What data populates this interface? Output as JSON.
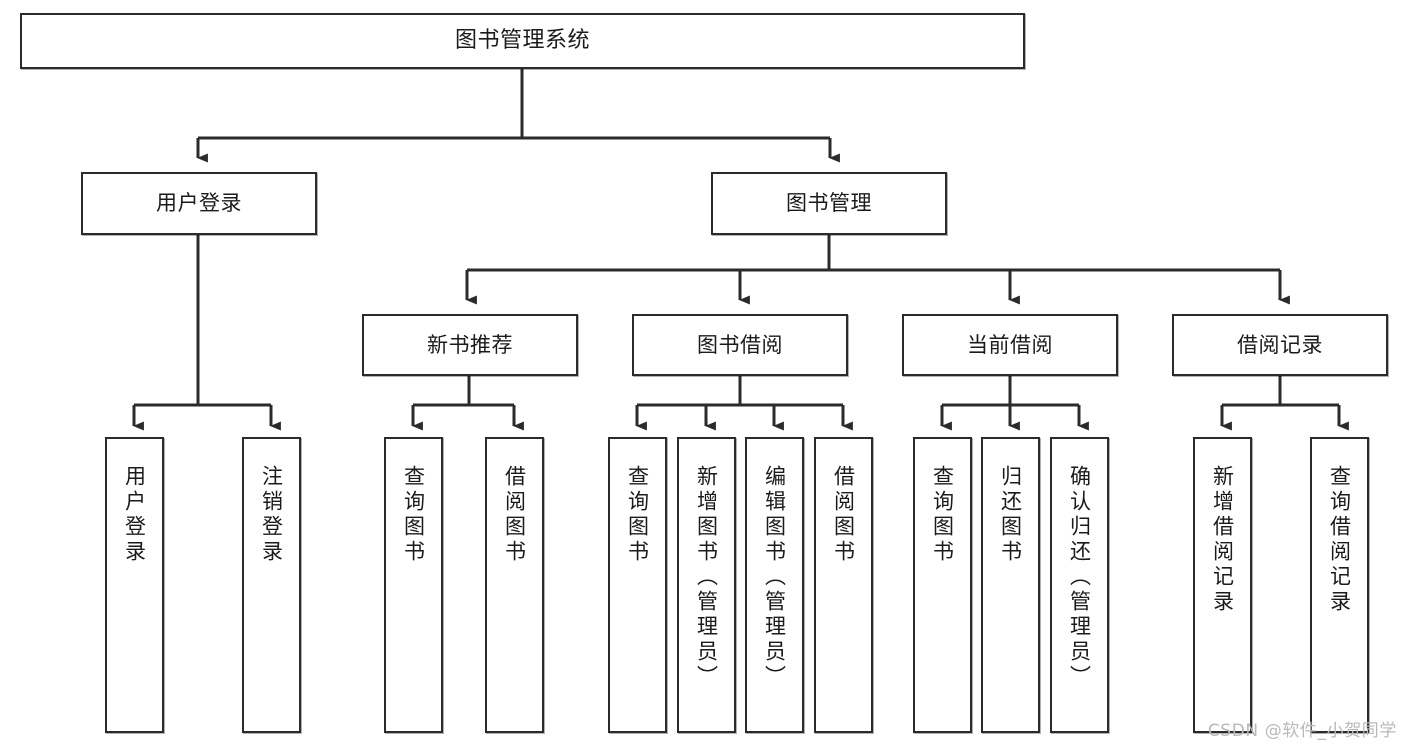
{
  "diagram": {
    "type": "tree",
    "title": "图书管理系统",
    "orientation": "top-down",
    "colors": {
      "box_border": "#2b2b2b",
      "box_fill": "#ffffff",
      "connector": "#2b2b2b",
      "watermark": "#b9b9b9"
    },
    "root": {
      "label": "图书管理系统"
    },
    "level2": [
      {
        "label": "用户登录"
      },
      {
        "label": "图书管理"
      }
    ],
    "level3": [
      {
        "label": "新书推荐"
      },
      {
        "label": "图书借阅"
      },
      {
        "label": "当前借阅"
      },
      {
        "label": "借阅记录"
      }
    ],
    "leaves": [
      {
        "label": "用户登录"
      },
      {
        "label": "注销登录"
      },
      {
        "label": "查询图书"
      },
      {
        "label": "借阅图书"
      },
      {
        "label": "查询图书"
      },
      {
        "label": "新增图书（管理员）"
      },
      {
        "label": "编辑图书（管理员）"
      },
      {
        "label": "借阅图书"
      },
      {
        "label": "查询图书"
      },
      {
        "label": "归还图书"
      },
      {
        "label": "确认归还（管理员）"
      },
      {
        "label": "新增借阅记录"
      },
      {
        "label": "查询借阅记录"
      }
    ]
  },
  "watermark": {
    "text": "CSDN @软件_小贺同学"
  }
}
